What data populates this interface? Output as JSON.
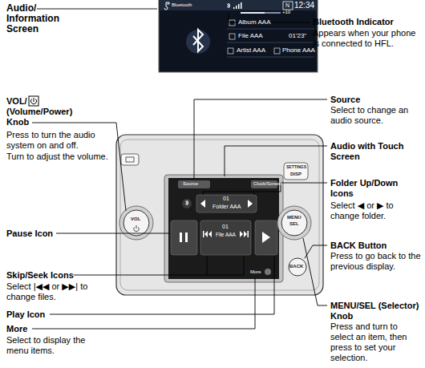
{
  "diagram": {
    "labels": [
      "Audio/ Information Screen",
      "Bluetooth",
      "+10",
      "N",
      "12:34",
      "Album AAA",
      "File AAA",
      "01'23\"",
      "Artist AAA",
      "Phone AAA",
      "Bluetooth Indicator",
      "Appears when your phone is connected to HFL.",
      "VOL/",
      "(Volume/Power) Knob",
      "Press to turn the audio system on and off.",
      "Turn to adjust the volume.",
      "Source",
      "Select to change an audio source.",
      "Audio with Touch Screen",
      "Source",
      "Clock/Screen",
      "01",
      "Folder AAA",
      "01",
      "File AAA",
      "More",
      "VOL",
      "SETTINGS",
      "DISP",
      "MENU",
      "SEL",
      "BACK",
      "Folder Up/Down Icons",
      "Select ◀ or ▶ to change folder.",
      "Pause Icon",
      "BACK Button",
      "Press to go back to the previous display.",
      "Skip/Seek Icons",
      "Select |◀◀ or ▶▶| to change files.",
      "Play Icon",
      "MENU/SEL (Selector) Knob",
      "Press and turn to select an item, then press to set your selection.",
      "More",
      "Select to display the menu items."
    ]
  }
}
